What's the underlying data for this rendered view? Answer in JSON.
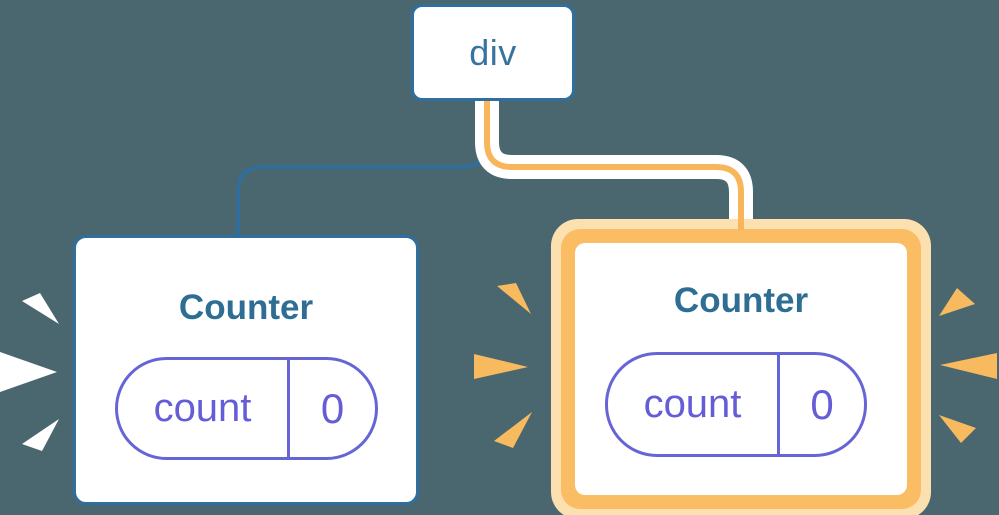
{
  "canvas": {
    "background": "#4A6770"
  },
  "diagram": {
    "root": {
      "label": "div"
    },
    "children": [
      {
        "title": "Counter",
        "state": {
          "key": "count",
          "value": "0"
        },
        "highlighted": false
      },
      {
        "title": "Counter",
        "state": {
          "key": "count",
          "value": "0"
        },
        "highlighted": true
      }
    ]
  },
  "colors": {
    "background": "#4A6770",
    "blue_border": "#2E6F9F",
    "title_teal": "#2E6D94",
    "div_text_blue": "#36739F",
    "pill_purple_border": "#6765D6",
    "pill_purple_text": "#655CD8",
    "connector_casing": "#FFFFFF",
    "connector_core_orange": "#F8B65A",
    "highlight_ring_orange": "#FBBD64",
    "highlight_ring_light": "#FCE0B0",
    "burst_orange": "#F8BA5E",
    "burst_white": "#FFFFFF"
  }
}
